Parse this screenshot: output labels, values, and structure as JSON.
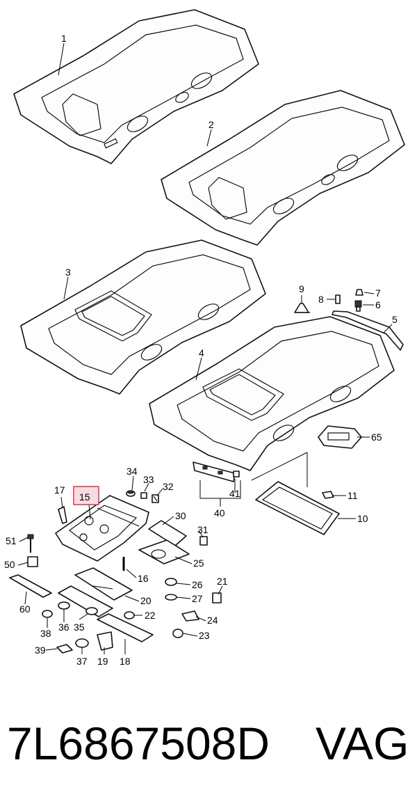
{
  "callouts": {
    "c1": "1",
    "c2": "2",
    "c3": "3",
    "c4": "4",
    "c5": "5",
    "c6": "6",
    "c7": "7",
    "c8": "8",
    "c9": "9",
    "c10": "10",
    "c11": "11",
    "c15": "15",
    "c16": "16",
    "c17": "17",
    "c18": "18",
    "c19": "19",
    "c20": "20",
    "c21": "21",
    "c22": "22",
    "c23": "23",
    "c24": "24",
    "c25": "25",
    "c26": "26",
    "c27": "27",
    "c30": "30",
    "c31": "31",
    "c32": "32",
    "c33": "33",
    "c34": "34",
    "c35": "35",
    "c36": "36",
    "c37": "37",
    "c38": "38",
    "c39": "39",
    "c40": "40",
    "c41": "41",
    "c50": "50",
    "c51": "51",
    "c60": "60",
    "c65": "65"
  },
  "highlighted_callout": "15",
  "highlight_color": "#d9364f",
  "caption": {
    "part_number": "7L6867508D",
    "brand": "VAG"
  }
}
